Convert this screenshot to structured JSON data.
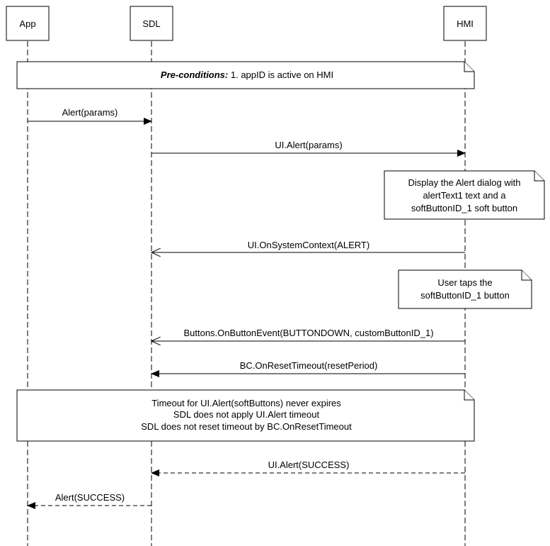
{
  "actors": {
    "app": "App",
    "sdl": "SDL",
    "hmi": "HMI"
  },
  "precondition": {
    "label": "Pre-conditions:",
    "text": " 1. appID is active on HMI"
  },
  "messages": {
    "alert_params": "Alert(params)",
    "ui_alert_params": "UI.Alert(params)",
    "on_system_context": "UI.OnSystemContext(ALERT)",
    "on_button_event": "Buttons.OnButtonEvent(BUTTONDOWN, customButtonID_1)",
    "on_reset_timeout": "BC.OnResetTimeout(resetPeriod)",
    "ui_alert_success": "UI.Alert(SUCCESS)",
    "alert_success": "Alert(SUCCESS)"
  },
  "notes": {
    "display_alert": [
      "Display the Alert dialog with",
      "alertText1 text and a",
      "softButtonID_1 soft button"
    ],
    "user_taps": [
      "User taps the",
      "softButtonID_1 button"
    ],
    "timeout": [
      "Timeout for UI.Alert(softButtons) never expires",
      "SDL does not apply UI.Alert timeout",
      "SDL does not reset timeout by BC.OnResetTimeout"
    ]
  }
}
